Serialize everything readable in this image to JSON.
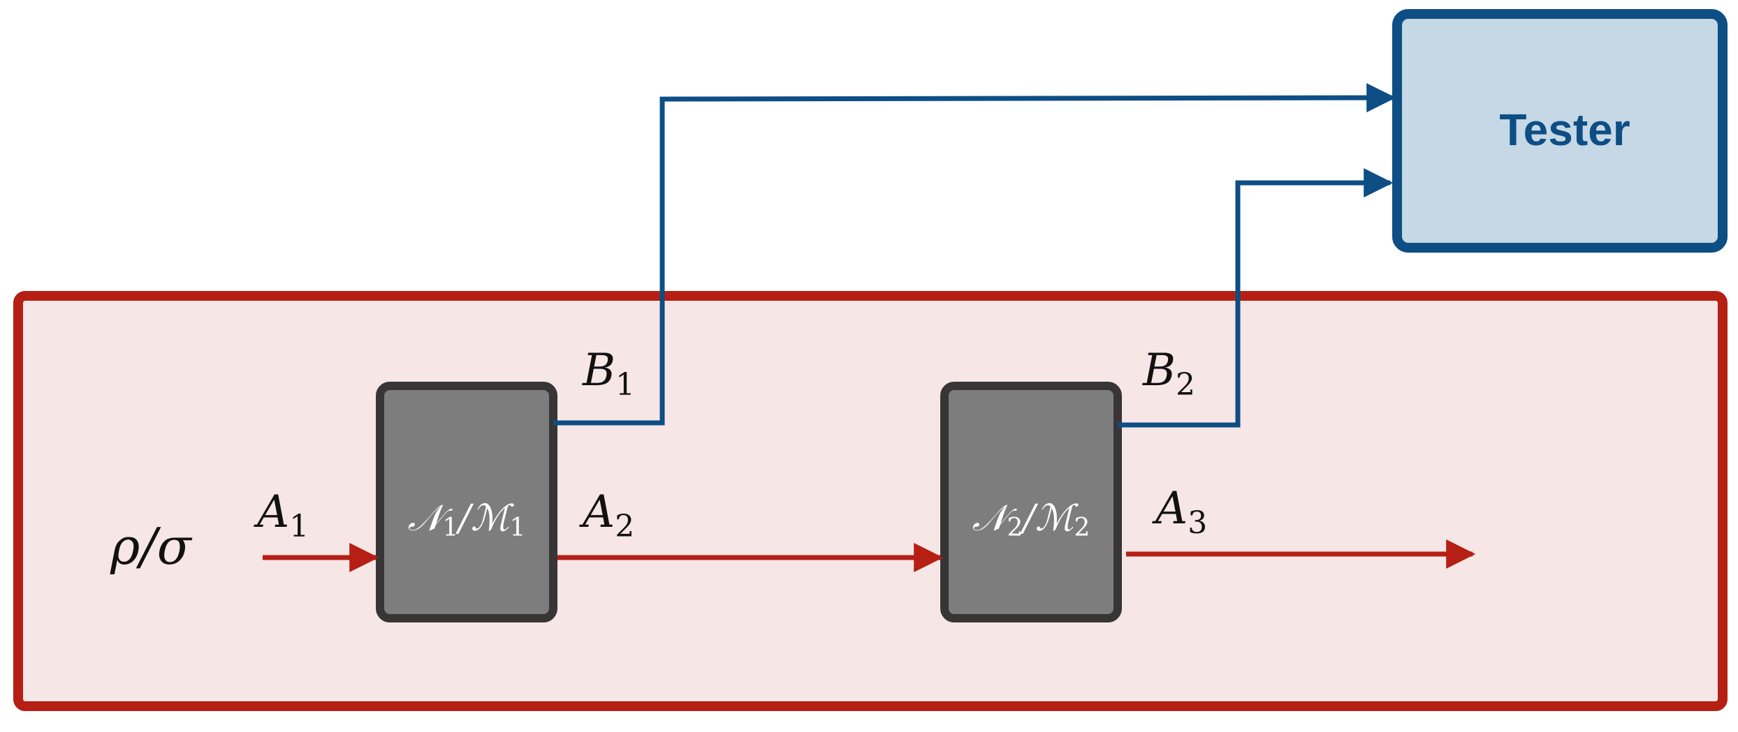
{
  "colors": {
    "environment_fill": "#f7e6e6",
    "environment_border": "#b51f14",
    "channel_fill": "#7d7d7d",
    "channel_border": "#373535",
    "tester_fill": "#c6d8e5",
    "tester_border": "#0d4e85",
    "red_wire": "#b51f14",
    "blue_wire": "#0d4e85",
    "label_text": "#111111",
    "channel_text": "#ffffff"
  },
  "input_state": {
    "label": "ρ/σ"
  },
  "channels": [
    {
      "symbol_a": "𝒩",
      "index_a": "1",
      "slash": "/",
      "symbol_b": "ℳ",
      "index_b": "1"
    },
    {
      "symbol_a": "𝒩",
      "index_a": "2",
      "slash": "/",
      "symbol_b": "ℳ",
      "index_b": "2"
    }
  ],
  "systems": {
    "a1": {
      "letter": "A",
      "sub": "1"
    },
    "a2": {
      "letter": "A",
      "sub": "2"
    },
    "a3": {
      "letter": "A",
      "sub": "3"
    },
    "b1": {
      "letter": "B",
      "sub": "1"
    },
    "b2": {
      "letter": "B",
      "sub": "2"
    }
  },
  "tester": {
    "label": "Tester"
  }
}
